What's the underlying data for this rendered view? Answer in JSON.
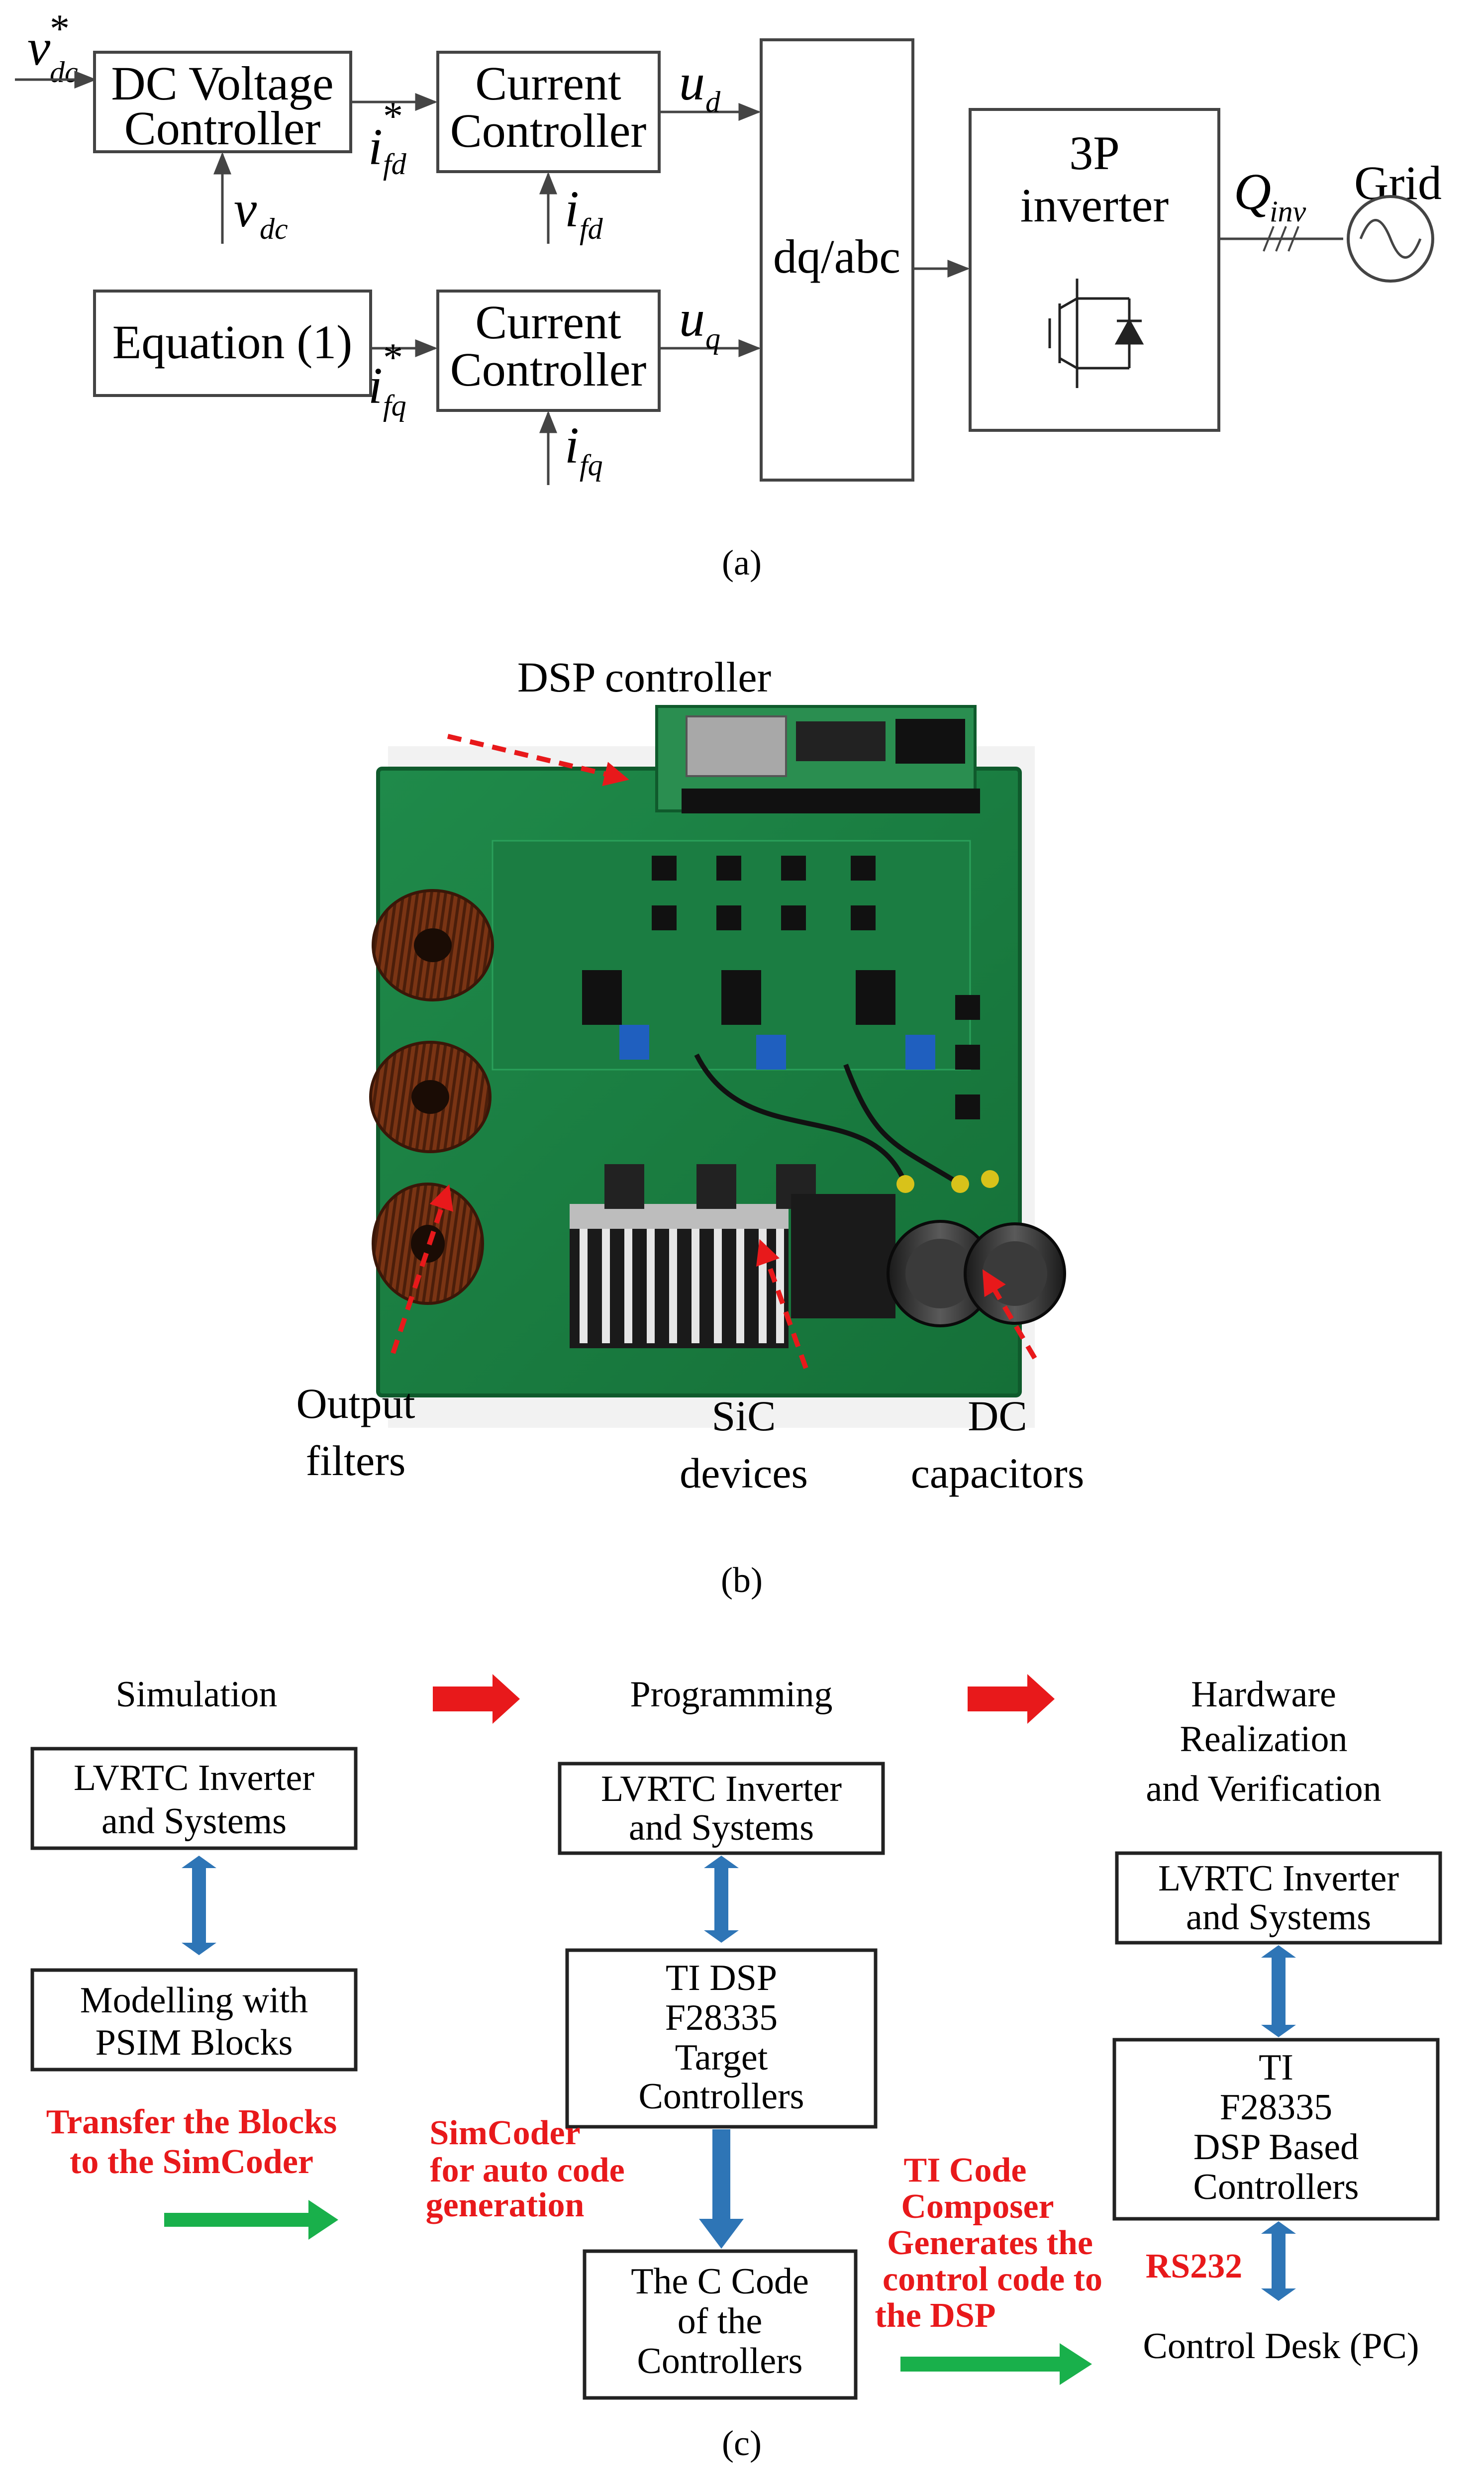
{
  "panel_a": {
    "caption": "(a)",
    "inputs": {
      "vdc_ref": "v*dc",
      "vdc": "vdc",
      "ifd_ref": "i*fd",
      "ifq_ref": "i*fq",
      "ifd": "ifd",
      "ifq": "ifq",
      "ud": "ud",
      "uq": "uq",
      "qinv": "Qinv"
    },
    "blocks": {
      "dc_voltage_controller": [
        "DC Voltage",
        "Controller"
      ],
      "current_controller_d": [
        "Current",
        "Controller"
      ],
      "equation": "Equation (1)",
      "current_controller_q": [
        "Current",
        "Controller"
      ],
      "dq_abc": "dq/abc",
      "inverter": [
        "3P",
        "inverter"
      ],
      "grid": "Grid"
    }
  },
  "panel_b": {
    "caption": "(b)",
    "labels": {
      "dsp_controller": "DSP controller",
      "output_filters": [
        "Output",
        "filters"
      ],
      "sic_devices": [
        "SiC",
        "devices"
      ],
      "dc_capacitors": [
        "DC",
        "capacitors"
      ]
    }
  },
  "panel_c": {
    "caption": "(c)",
    "stages": {
      "simulation": "Simulation",
      "programming": "Programming",
      "hardware": [
        "Hardware",
        "Realization",
        "and Verification"
      ]
    },
    "boxes": {
      "sim_lvrtc": [
        "LVRTC Inverter",
        "and Systems"
      ],
      "psim": [
        "Modelling with",
        "PSIM Blocks"
      ],
      "prog_lvrtc": [
        "LVRTC Inverter",
        "and Systems"
      ],
      "ti_dsp": [
        "TI DSP",
        "F28335",
        "Target",
        "Controllers"
      ],
      "c_code": [
        "The C Code",
        "of the",
        "Controllers"
      ],
      "hw_lvrtc": [
        "LVRTC Inverter",
        "and Systems"
      ],
      "ti_f28335": [
        "TI",
        "F28335",
        "DSP Based",
        "Controllers"
      ],
      "control_desk": "Control Desk (PC)"
    },
    "notes": {
      "transfer": [
        "Transfer the Blocks",
        "to the SimCoder"
      ],
      "simcoder": [
        "SimCoder",
        "for auto code",
        "generation"
      ],
      "ti_code": [
        "TI Code",
        "Composer",
        "Generates the",
        "control code to",
        "the DSP"
      ],
      "rs232": "RS232"
    },
    "colors": {
      "arrow_red": "#e8191b",
      "arrow_green": "#19b04b",
      "arrow_blue": "#2e75b6",
      "note_red": "#e8191b"
    }
  }
}
